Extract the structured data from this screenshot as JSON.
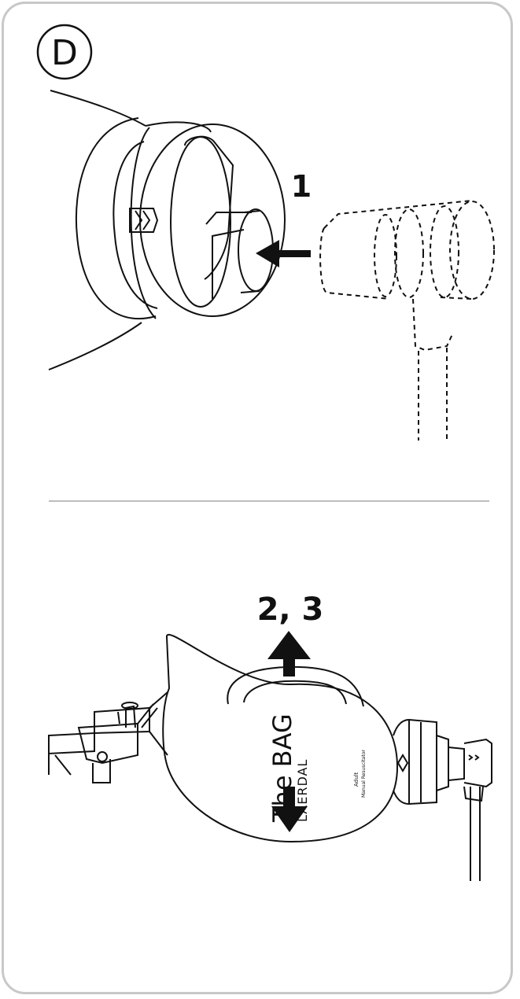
{
  "panel": {
    "badge_letter": "D"
  },
  "steps": {
    "step_1": "1",
    "step_2_3": "2, 3"
  },
  "bag": {
    "brand_main": "The BAG",
    "brand_sub": "LAERDAL",
    "model_line1": "Adult",
    "model_line2": "Manual Resuscitator"
  },
  "colors": {
    "line": "#111111",
    "frame": "#c8c8c8",
    "divider": "#bdbdbd"
  }
}
